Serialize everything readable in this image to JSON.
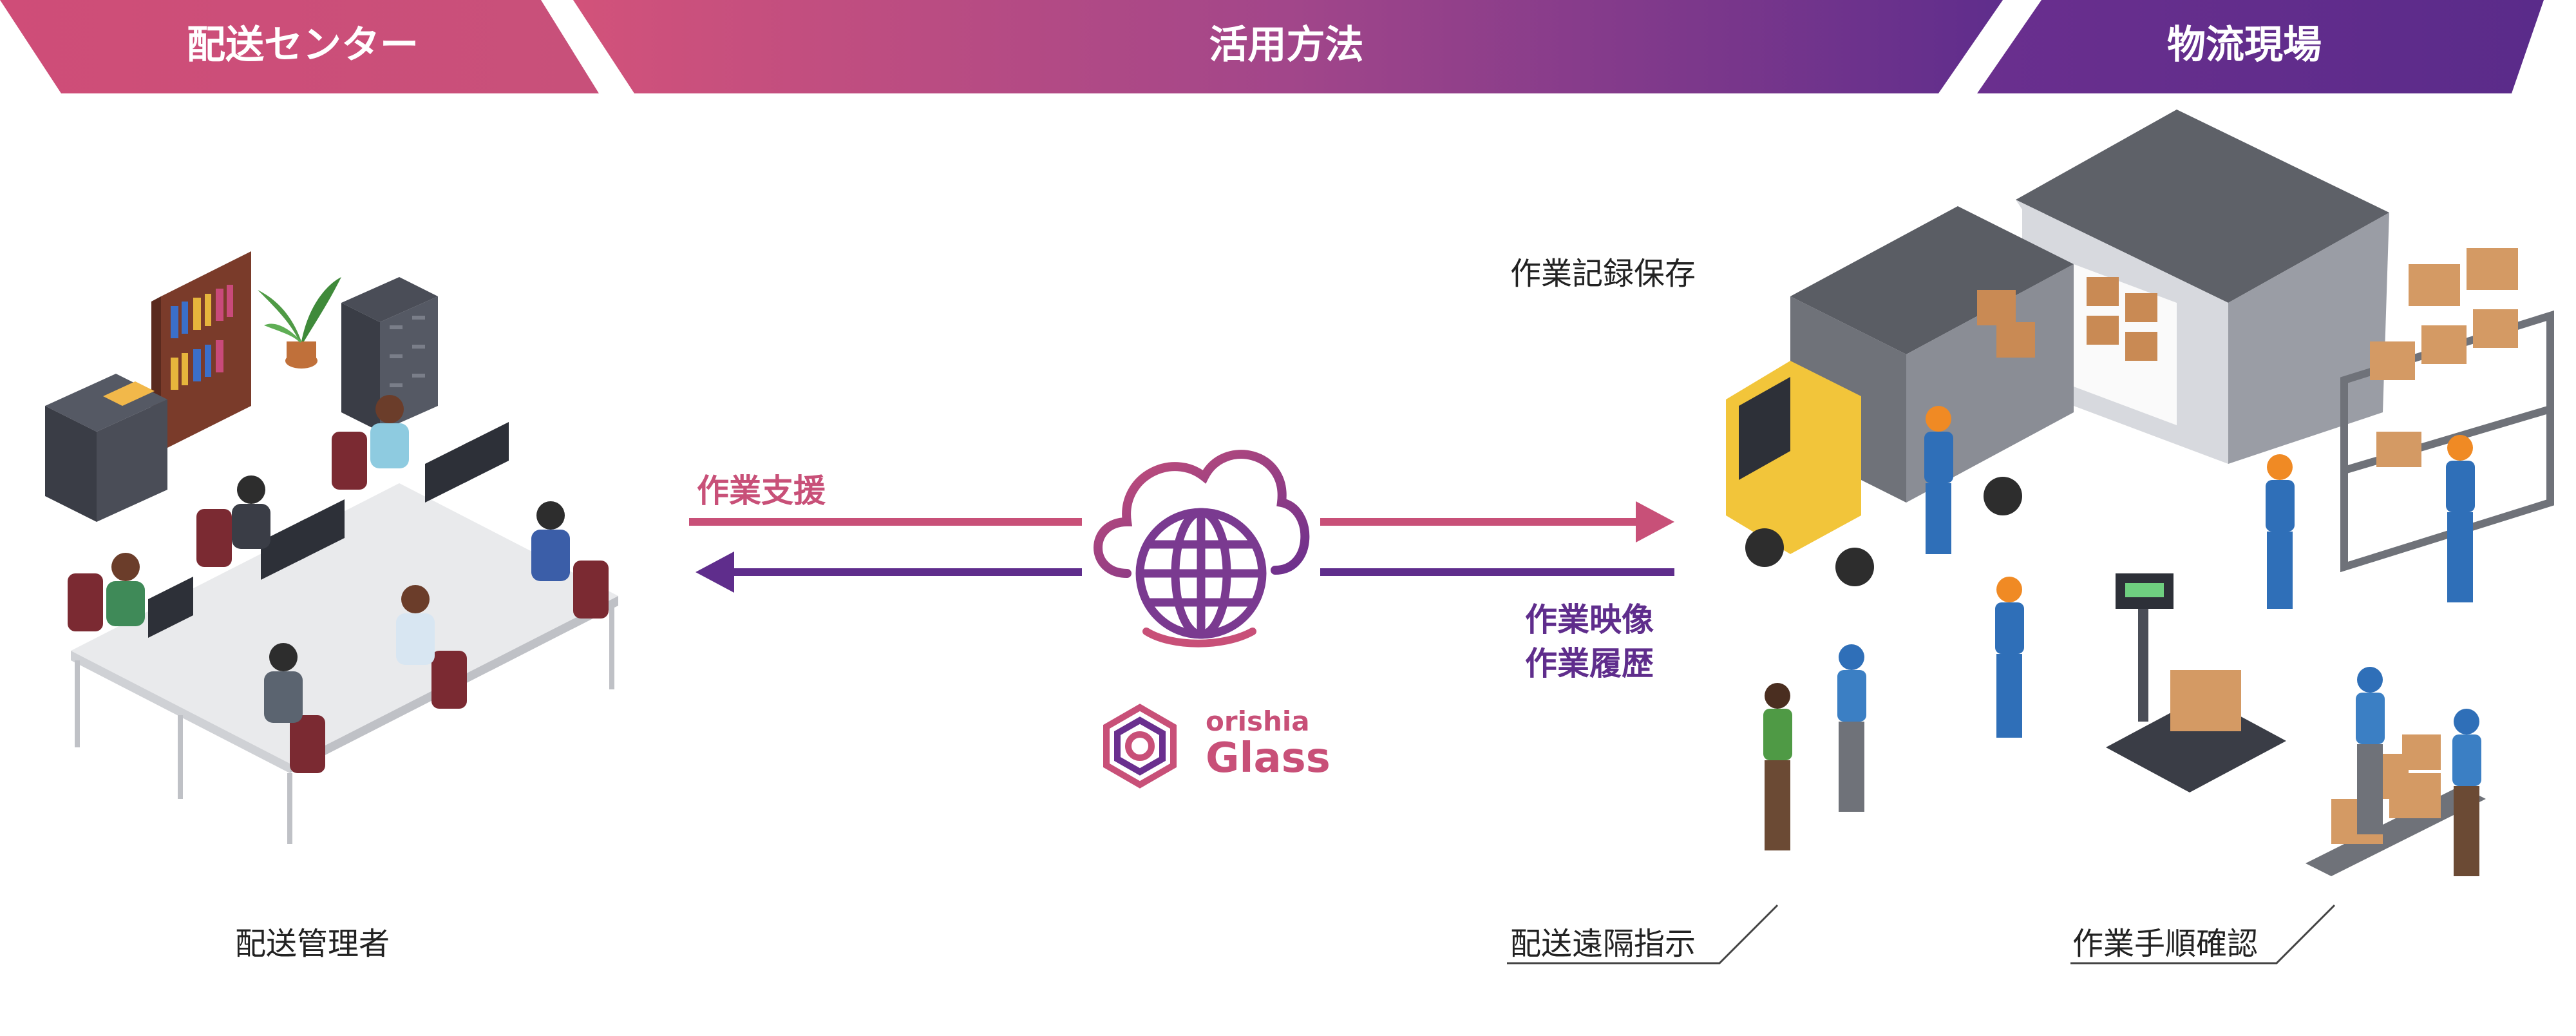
{
  "banner": {
    "left_label": "配送センター",
    "center_label": "活用方法",
    "right_label": "物流現場",
    "colors": {
      "pink": "#c85078",
      "purple": "#5f2d8c"
    }
  },
  "labels": {
    "manager": "配送管理者",
    "record_storage": "作業記録保存",
    "work_support": "作業支援",
    "video": "作業映像",
    "history": "作業履歴",
    "remote_instruction": "配送遠隔指示",
    "procedure_check": "作業手順確認"
  },
  "brand": {
    "line1": "orishia",
    "line2": "Glass"
  },
  "colors": {
    "arrow_pink": "#c85078",
    "arrow_purple": "#5f2d8c"
  }
}
